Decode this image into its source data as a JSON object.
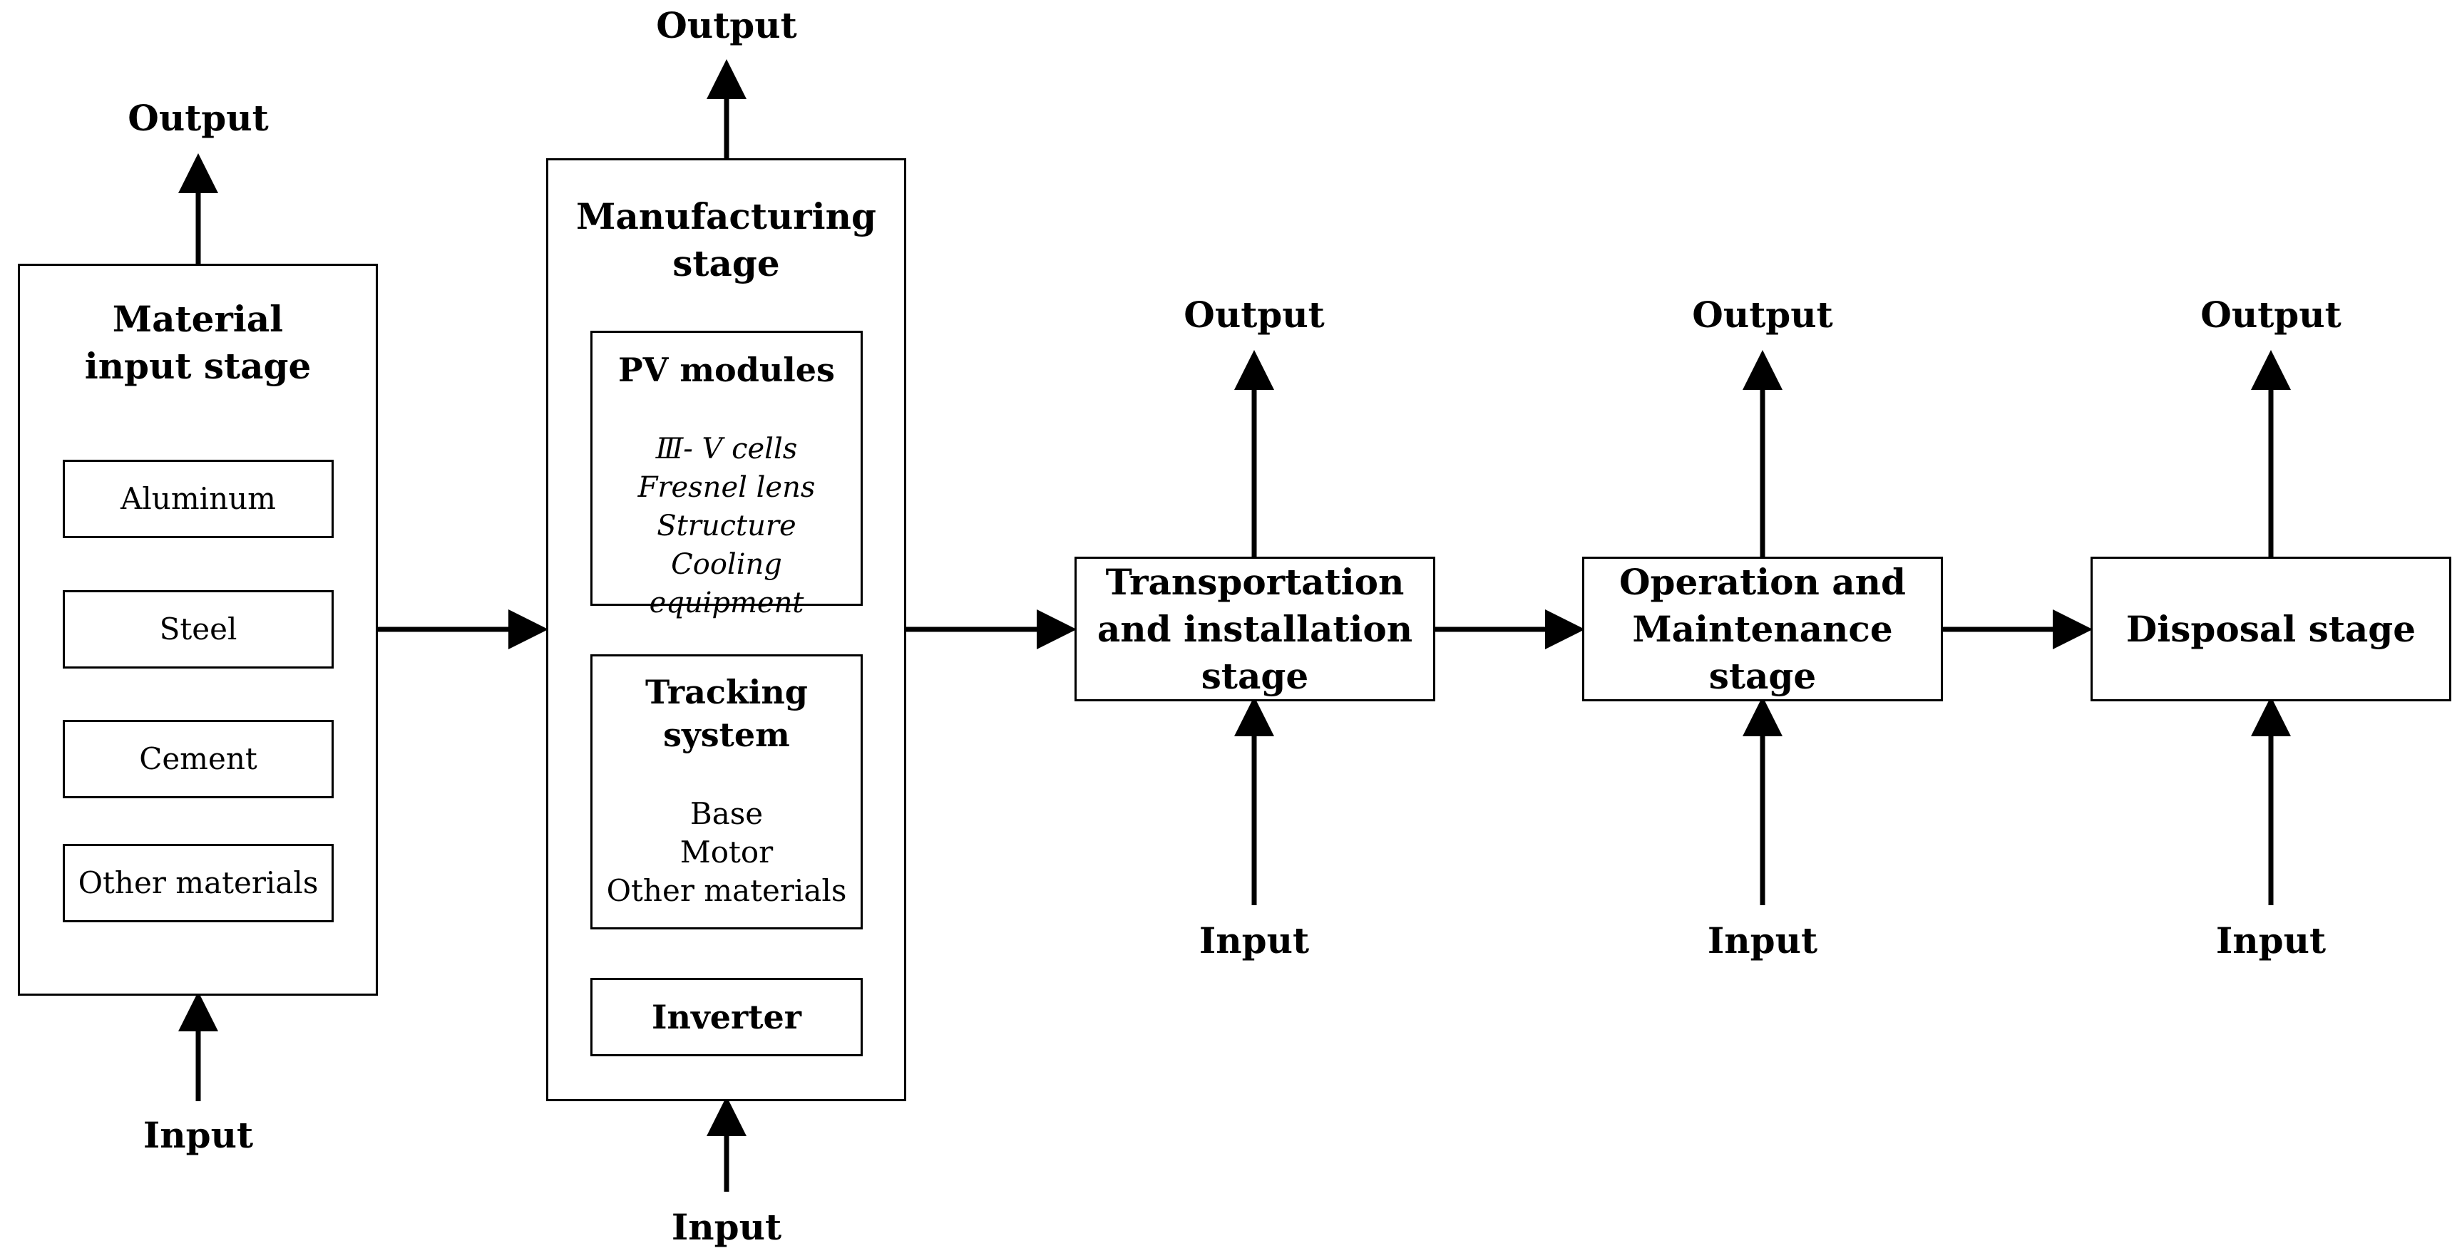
{
  "io_labels": {
    "output": "Output",
    "input": "Input"
  },
  "stages": {
    "material": {
      "title": "Material\ninput stage",
      "items": [
        "Aluminum",
        "Steel",
        "Cement",
        "Other materials"
      ]
    },
    "manufacturing": {
      "title": "Manufacturing\nstage",
      "pv_modules": {
        "title": "PV modules",
        "items": [
          "Ⅲ- V cells",
          "Fresnel lens",
          "Structure",
          "Cooling equipment"
        ]
      },
      "tracking_system": {
        "title": "Tracking\nsystem",
        "items": [
          "Base",
          "Motor",
          "Other materials"
        ]
      },
      "inverter": {
        "title": "Inverter"
      }
    },
    "transportation": {
      "title": "Transportation\nand installation\nstage"
    },
    "operation": {
      "title": "Operation and\nMaintenance stage"
    },
    "disposal": {
      "title": "Disposal stage"
    }
  }
}
